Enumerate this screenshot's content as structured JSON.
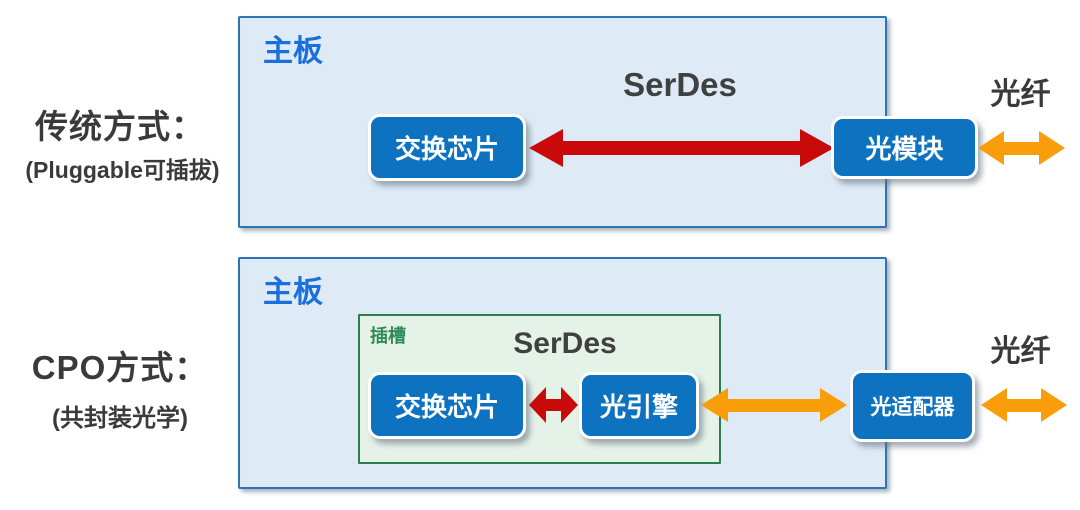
{
  "colors": {
    "board_fill": "#DEEBF7",
    "board_border": "#2E74B5",
    "slot_fill": "#E5F2E8",
    "slot_border": "#2E7D4F",
    "button_blue": "#0D72C0",
    "arrow_red": "#C80A0A",
    "arrow_orange": "#F99D0B",
    "label_dark": "#3A3A3A",
    "board_label_blue": "#1A6FDC",
    "slot_label_green": "#2E8A57",
    "serdes_text": "#404040"
  },
  "traditional": {
    "title": "传统方式：",
    "subtitle": "(Pluggable可插拔)",
    "board_label": "主板",
    "serdes_label": "SerDes",
    "switch_chip": "交换芯片",
    "optical_module": "光模块",
    "fiber_label": "光纤"
  },
  "cpo": {
    "title": "CPO方式：",
    "subtitle": "(共封装光学)",
    "board_label": "主板",
    "slot_label": "插槽",
    "serdes_label": "SerDes",
    "switch_chip": "交换芯片",
    "optical_engine": "光引擎",
    "optical_adapter": "光适配器",
    "fiber_label": "光纤"
  }
}
